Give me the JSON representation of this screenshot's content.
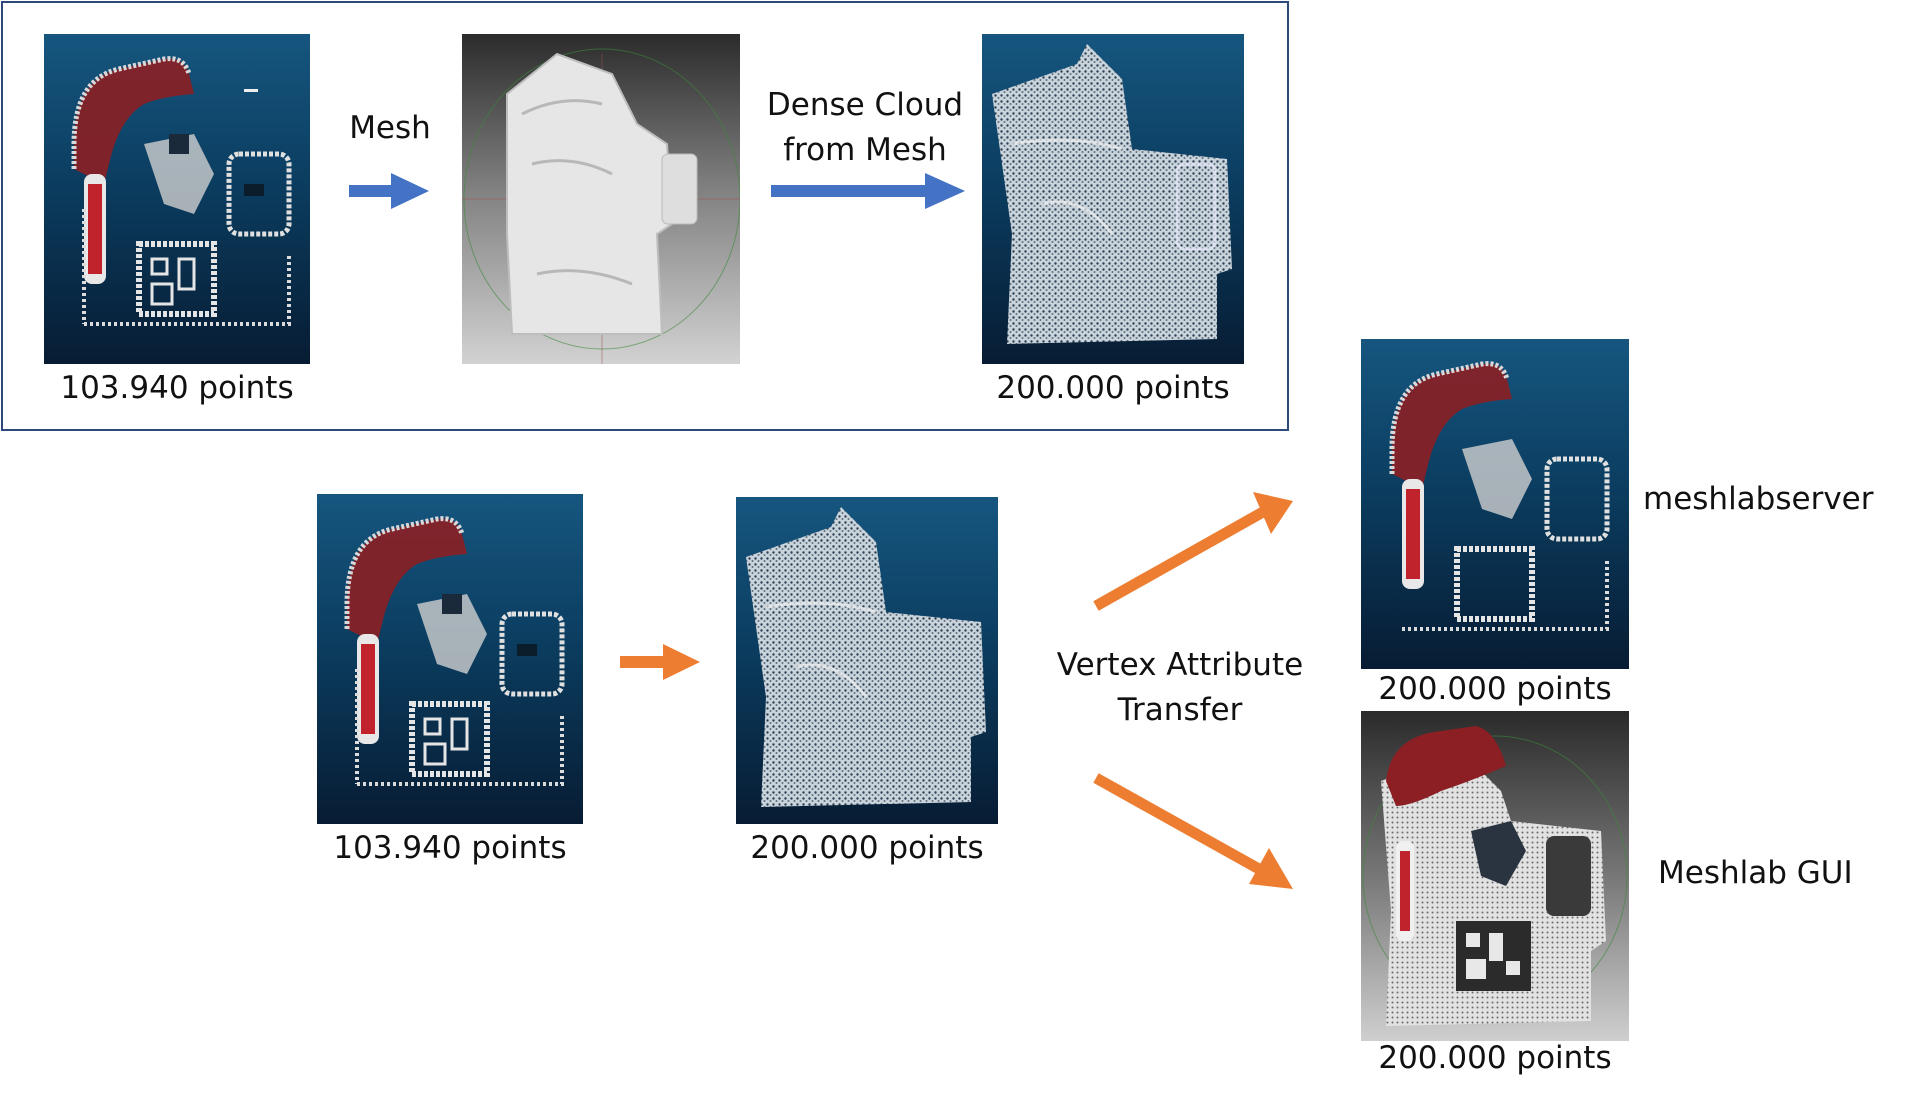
{
  "colors": {
    "frame_border": "#2f4a7a",
    "blue_arrow": "#4472c4",
    "orange_arrow": "#ed7d31",
    "cloud_bg_top": "#16567f",
    "cloud_bg_bottom": "#071c33"
  },
  "top_row": {
    "source_caption": "103.940 points",
    "mesh_step_label": "Mesh",
    "dense_step_label_line1": "Dense Cloud",
    "dense_step_label_line2": "from Mesh",
    "result_caption": "200.000 points"
  },
  "bottom_row": {
    "source_caption": "103.940 points",
    "dense_caption": "200.000 points",
    "transfer_label_line1": "Vertex Attribute",
    "transfer_label_line2": "Transfer",
    "meshlabserver_label": "meshlabserver",
    "meshlabserver_caption": "200.000 points",
    "gui_label": "Meshlab GUI",
    "gui_caption": "200.000 points"
  }
}
